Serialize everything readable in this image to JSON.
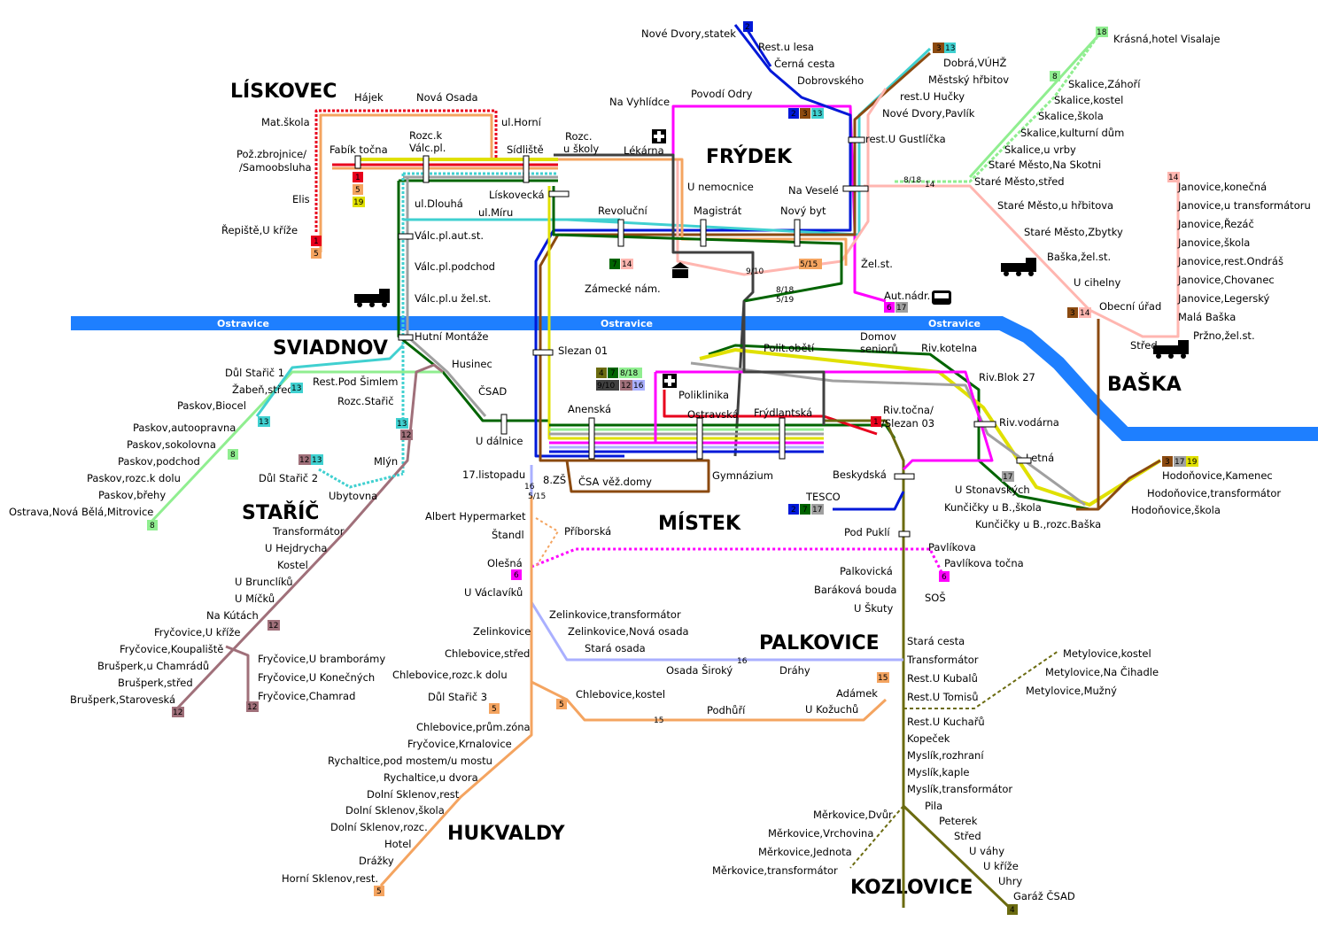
{
  "map": {
    "areas": {
      "liskovec": "LÍSKOVEC",
      "frydek": "FRÝDEK",
      "sviadnov": "SVIADNOV",
      "baska": "BAŠKA",
      "staric": "STAŘÍČ",
      "mistek": "MÍSTEK",
      "palkovice": "PALKOVICE",
      "hukvaldy": "HUKVALDY",
      "kozlovice": "KOZLOVICE"
    },
    "river": {
      "left": "Ostravice",
      "center": "Ostravice",
      "right": "Ostravice"
    },
    "route_colors": {
      "1": "#e8001c",
      "2": "#0018d8",
      "3": "#8b4a10",
      "4": "#6b6b10",
      "5": "#f4a460",
      "6": "#ff00ff",
      "7": "#006400",
      "8": "#90ee90",
      "9/10": "#404040",
      "12": "#a0707a",
      "13": "#40d0d0",
      "14": "#ffb6b0",
      "15": "#f4a460",
      "16": "#aab0ff",
      "17": "#a0a0a0",
      "18": "#90ee90",
      "19": "#e0e000",
      "river": "#1e7fff"
    },
    "stops": {
      "nove_dvory_statek": "Nové Dvory,statek",
      "rest_u_lesa": "Rest.u lesa",
      "cerna_cesta": "Černá cesta",
      "dobrovskeho": "Dobrovského",
      "dobra_vuhz": "Dobrá,VÚHŽ",
      "mestsky_hrbitov": "Městský hřbitov",
      "rest_u_hucky": "rest.U Hučky",
      "nove_dvory_pavlik": "Nové Dvory,Pavlík",
      "krasna": "Krásná,hotel Visalaje",
      "skalice_zahori": "Skalice,Záhoří",
      "skalice_kostel": "Skalice,kostel",
      "skalice_skola": "Skalice,škola",
      "skalice_kd": "Skalice,kulturní dům",
      "skalice_u_vrby": "Skalice,u vrby",
      "stare_mesto_skotni": "Staré Město,Na Skotni",
      "stare_mesto_stred": "Staré Město,střed",
      "stare_mesto_hrbitov": "Staré Město,u hřbitova",
      "stare_mesto_zbytky": "Staré Město,Zbytky",
      "baska_zel": "Baška,žel.st.",
      "u_cihelny": "U cihelny",
      "obecni_urad": "Obecní úřad",
      "stred": "Střed",
      "przno": "Pržno,žel.st.",
      "mala_baska": "Malá Baška",
      "janovice_konecna": "Janovice,konečná",
      "janovice_transf": "Janovice,u transformátoru",
      "janovice_rezac": "Janovice,Řezáč",
      "janovice_skola": "Janovice,škola",
      "janovice_ondras": "Janovice,rest.Ondráš",
      "janovice_chovanec": "Janovice,Chovanec",
      "janovice_legersky": "Janovice,Legerský",
      "na_vyhlidce": "Na Vyhlídce",
      "povodi_odry": "Povodí Odry",
      "rest_u_gustlicka": "rest.U Gustlíčka",
      "na_vesele": "Na Veselé",
      "u_nemocnice": "U nemocnice",
      "lekarna": "Lékárna",
      "rozc_u_skoly_1": "Rozc.",
      "rozc_u_skoly_2": "u školy",
      "revolucni": "Revoluční",
      "magistrat": "Magistrát",
      "novy_byt": "Nový byt",
      "zel_st": "Žel.st.",
      "aut_nadr": "Aut.nádr.",
      "zamecke_nam": "Zámecké nám.",
      "hajek": "Hájek",
      "nova_osada": "Nová Osada",
      "mat_skola": "Mat.škola",
      "ul_horni": "ul.Horní",
      "poz_zbrojnice_1": "Pož.zbrojnice/",
      "poz_zbrojnice_2": "/Samoobsluha",
      "fabik_tocna": "Fabík točna",
      "rozc_valc_1": "Rozc.k",
      "rozc_valc_2": "Válc.pl.",
      "sidliste": "Sídliště",
      "elis": "Elis",
      "repiste": "Řepiště,U kříže",
      "ul_dlouha": "ul.Dlouhá",
      "liskovecka": "Lískovecká",
      "ul_miru": "ul.Míru",
      "valc_aut": "Válc.pl.aut.st.",
      "valc_podchod": "Válc.pl.podchod",
      "valc_zel": "Válc.pl.u žel.st.",
      "hutni_montaze": "Hutní Montáže",
      "husinec": "Husinec",
      "csad": "ČSAD",
      "u_dalnice": "U dálnice",
      "dul_staric1": "Důl Stařič 1",
      "zaben": "Žabeň,střed",
      "rest_pod_simlem": "Rest.Pod Šimlem",
      "paskov_biocel": "Paskov,Biocel",
      "rozc_staric": "Rozc.Stařič",
      "paskov_autoopravna": "Paskov,autoopravna",
      "paskov_sokolovna": "Paskov,sokolovna",
      "paskov_podchod": "Paskov,podchod",
      "paskov_rozc": "Paskov,rozc.k dolu",
      "paskov_brehy": "Paskov,břehy",
      "ostrava_nova_bela": "Ostrava,Nová Bělá,Mitrovice",
      "mlyn": "Mlýn",
      "dul_staric2": "Důl Stařič 2",
      "ubytovna": "Ubytovna",
      "transformator_s": "Transformátor",
      "u_hejdrycha": "U Hejdrycha",
      "kostel": "Kostel",
      "u_brunciku": "U Brunclíků",
      "u_micku": "U Míčků",
      "na_kutach": "Na Kútách",
      "frycovice_u_krize": "Fryčovice,U kříže",
      "frycovice_koupaliste": "Fryčovice,Koupaliště",
      "brusperk_chamradu": "Brušperk,u Chamrádů",
      "brusperk_stred": "Brušperk,střed",
      "brusperk_starovesk": "Brušperk,Staroveská",
      "frycovice_bramborany": "Fryčovice,U bramborámy",
      "frycovice_konecnych": "Fryčovice,U Konečných",
      "frycovice_chamrad": "Fryčovice,Chamrad",
      "slezan01": "Slezan 01",
      "polit_obeti": "Polit.obětí",
      "domov_senioru_1": "Domov",
      "domov_senioru_2": "seniorů",
      "riv_kotelna": "Riv.kotelna",
      "riv_blok27": "Riv.Blok 27",
      "poliklinika": "Poliklinika",
      "anenska": "Anenská",
      "ostravska": "Ostravská",
      "frydlantska": "Frýdlantská",
      "riv_tocna_1": "Riv.točna/",
      "riv_tocna_2": "/Slezan 03",
      "riv_vodarna": "Riv.vodárna",
      "letna": "Letná",
      "u_stonavskych": "U Stonavských",
      "kuncicky_skola": "Kunčičky u B.,škola",
      "kuncicky_rozc": "Kunčičky u B.,rozc.Baška",
      "hodonovice_kamenec": "Hodoňovice,Kamenec",
      "hodonovice_transf": "Hodoňovice,transformátor",
      "hodonovice_skola": "Hodoňovice,škola",
      "17_listopadu": "17.listopadu",
      "8_zs": "8.ZŠ",
      "csa_vez_domy": "ČSA věž.domy",
      "gymnazium": "Gymnázium",
      "beskydska": "Beskydská",
      "tesco": "TESCO",
      "albert": "Albert Hypermarket",
      "stand": "Štandl",
      "priborska": "Příborská",
      "olesna": "Olešná",
      "u_vaclaviku": "U Václavíků",
      "pod_pukli": "Pod Puklí",
      "pavlikova": "Pavlíkova",
      "pavlikova_tocna": "Pavlíkova točna",
      "palkovicka": "Palkovická",
      "barakova_bouda": "Baráková bouda",
      "sos": "SOŠ",
      "u_skuty": "U Škuty",
      "zelinkovice_transf": "Zelinkovice,transformátor",
      "zelinkovice_osada": "Zelinkovice,Nová osada",
      "zelinkovice": "Zelinkovice",
      "stara_osada": "Stará osada",
      "chlebovice_stred": "Chlebovice,střed",
      "stara_cesta": "Stará cesta",
      "transformator_p": "Transformátor",
      "osada_siroky": "Osada Široký",
      "drahy": "Dráhy",
      "chlebovice_rozc": "Chlebovice,rozc.k dolu",
      "dul_staric3": "Důl Stařič 3",
      "chlebovice_kostel": "Chlebovice,kostel",
      "adamek": "Adámek",
      "rest_u_kubalu": "Rest.U Kubalů",
      "rest_u_tomisu": "Rest.U Tomisů",
      "podhuri": "Podhůří",
      "u_kozuchu": "U Kožuchů",
      "metylovice_kostel": "Metylovice,kostel",
      "metylovice_cihadle": "Metylovice,Na Čihadle",
      "metylovice_muzny": "Metylovice,Mužný",
      "chlebovice_prum": "Chlebovice,prům.zóna",
      "frycovice_krnalovice": "Fryčovice,Krnalovice",
      "rychaltice_most": "Rychaltice,pod mostem/u mostu",
      "rychaltice_dvora": "Rychaltice,u dvora",
      "dolni_sklenov_rest": "Dolní Sklenov,rest",
      "dolni_sklenov_skola": "Dolní Sklenov,škola",
      "dolni_sklenov_rozc": "Dolní Sklenov,rozc.",
      "hotel": "Hotel",
      "drazky": "Drážky",
      "horni_sklenov": "Horní Sklenov,rest.",
      "rest_u_kucharu": "Rest.U Kuchařů",
      "kopecek": "Kopeček",
      "myslik_rozhrani": "Myslík,rozhraní",
      "myslik_kaple": "Myslík,kaple",
      "myslik_transf": "Myslík,transformátor",
      "pila": "Pila",
      "peterek": "Peterek",
      "stred_k": "Střed",
      "u_vahy": "U váhy",
      "u_krize_k": "U kříže",
      "uhry": "Uhry",
      "garaz_csad": "Garáž ČSAD",
      "merkovice_dvur": "Měrkovice,Dvůr",
      "merkovice_vrchovina": "Měrkovice,Vrchovina",
      "merkovice_jednota": "Měrkovice,Jednota",
      "merkovice_transf": "Měrkovice,transformátor"
    },
    "badges": {
      "b2": "2",
      "b3": "3",
      "b13": "13",
      "b18": "18",
      "b8": "8",
      "b14": "14",
      "b1": "1",
      "b5": "5",
      "b19": "19",
      "b12": "12",
      "b6": "6",
      "b7": "7",
      "b17": "17",
      "b16": "16",
      "b4": "4",
      "b15": "15",
      "b_8_18": "8/18",
      "b_9_10": "9/10",
      "b_5_15": "5/15",
      "b_5_19": "5/19"
    }
  }
}
